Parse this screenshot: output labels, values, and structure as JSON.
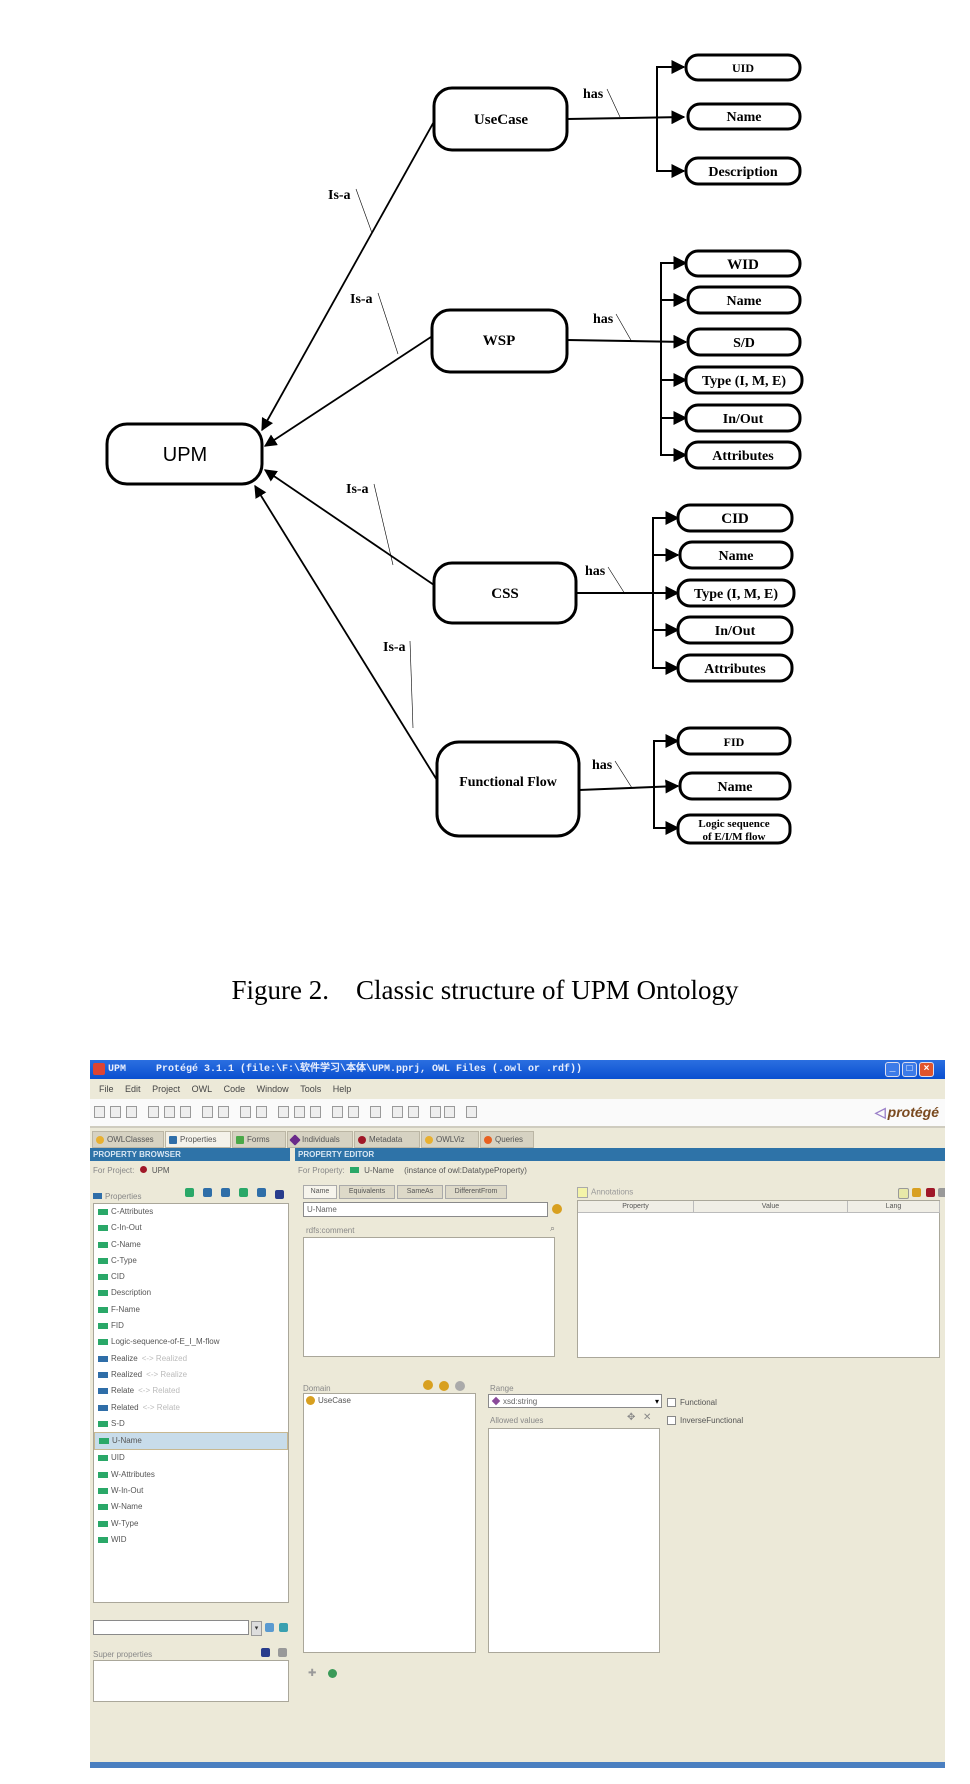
{
  "figure": {
    "root": "UPM",
    "edge_is_a": "Is-a",
    "edge_has": "has",
    "concepts": [
      {
        "name": "UseCase",
        "attributes": [
          "UID",
          "Name",
          "Description"
        ]
      },
      {
        "name": "WSP",
        "attributes": [
          "WID",
          "Name",
          "S/D",
          "Type (I, M, E)",
          "In/Out",
          "Attributes"
        ]
      },
      {
        "name": "CSS",
        "attributes": [
          "CID",
          "Name",
          "Type (I, M, E)",
          "In/Out",
          "Attributes"
        ]
      },
      {
        "name": "Functional Flow",
        "attributes": [
          "FID",
          "Name",
          "Logic sequence",
          "of E/I/M flow"
        ]
      }
    ],
    "caption": "Figure 2.    Classic structure of UPM Ontology"
  },
  "app": {
    "title_name": "UPM",
    "title_version": "Protégé 3.1.1",
    "title_path": "(file:\\F:\\软件学习\\本体\\UPM.pprj, OWL Files (.owl or .rdf))",
    "logo": "protégé",
    "menu": [
      "File",
      "Edit",
      "Project",
      "OWL",
      "Code",
      "Window",
      "Tools",
      "Help"
    ],
    "tabs": [
      {
        "label": "OWLClasses",
        "color": "#e8b030"
      },
      {
        "label": "Properties",
        "color": "#2f6ea8"
      },
      {
        "label": "Forms",
        "color": "#4aa848"
      },
      {
        "label": "Individuals",
        "color": "#6a2a8a"
      },
      {
        "label": "Metadata",
        "color": "#a01828"
      },
      {
        "label": "OWLViz",
        "color": "#e8b030"
      },
      {
        "label": "Queries",
        "color": "#e86020"
      }
    ],
    "browser": {
      "header": "PROPERTY BROWSER",
      "for_project_label": "For Project:",
      "project": "UPM",
      "properties_label": "Properties",
      "items": [
        {
          "label": "C-Attributes",
          "type": "datatype"
        },
        {
          "label": "C-In-Out",
          "type": "datatype"
        },
        {
          "label": "C-Name",
          "type": "datatype"
        },
        {
          "label": "C-Type",
          "type": "datatype"
        },
        {
          "label": "CID",
          "type": "datatype"
        },
        {
          "label": "Description",
          "type": "datatype"
        },
        {
          "label": "F-Name",
          "type": "datatype"
        },
        {
          "label": "FID",
          "type": "datatype"
        },
        {
          "label": "Logic-sequence-of-E_I_M-flow",
          "type": "datatype"
        },
        {
          "label": "Realize",
          "inverse": "<-> Realized",
          "type": "object"
        },
        {
          "label": "Realized",
          "inverse": "<-> Realize",
          "type": "object"
        },
        {
          "label": "Relate",
          "inverse": "<-> Related",
          "type": "object"
        },
        {
          "label": "Related",
          "inverse": "<-> Relate",
          "type": "object"
        },
        {
          "label": "S-D",
          "type": "datatype"
        },
        {
          "label": "U-Name",
          "type": "datatype",
          "selected": true
        },
        {
          "label": "UID",
          "type": "datatype"
        },
        {
          "label": "W-Attributes",
          "type": "datatype"
        },
        {
          "label": "W-In-Out",
          "type": "datatype"
        },
        {
          "label": "W-Name",
          "type": "datatype"
        },
        {
          "label": "W-Type",
          "type": "datatype"
        },
        {
          "label": "WID",
          "type": "datatype"
        }
      ],
      "search_value": "",
      "super_properties_label": "Super properties"
    },
    "editor": {
      "header": "PROPERTY EDITOR",
      "for_property_label": "For Property:",
      "property": "U-Name",
      "instance_of": "(instance of owl:DatatypeProperty)",
      "subtabs": [
        "Name",
        "Equivalents",
        "SameAs",
        "DifferentFrom"
      ],
      "name_value": "U-Name",
      "comment_label": "rdfs:comment",
      "annotations_label": "Annotations",
      "annotation_columns": [
        "Property",
        "Value",
        "Lang"
      ],
      "domain_label": "Domain",
      "domain_items": [
        "UseCase"
      ],
      "range_label": "Range",
      "range_value": "xsd:string",
      "allowed_values_label": "Allowed values",
      "functional_label": "Functional",
      "functional_checked": false,
      "inverse_functional_label": "InverseFunctional",
      "inverse_functional_checked": false
    }
  }
}
